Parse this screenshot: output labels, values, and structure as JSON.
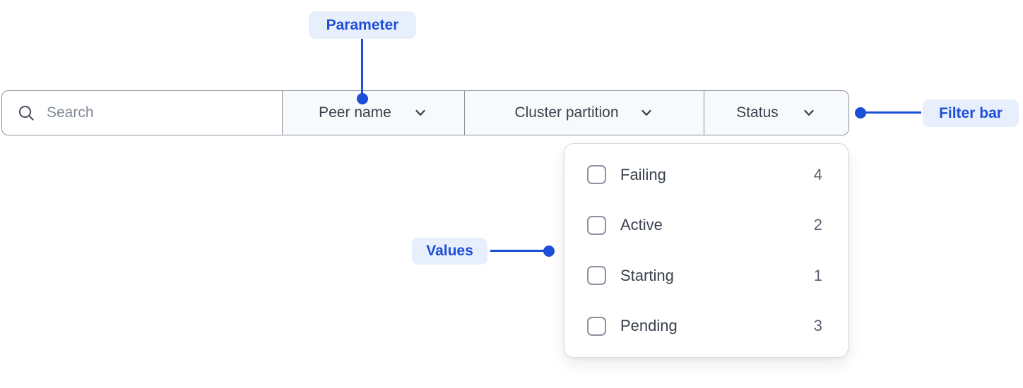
{
  "colors": {
    "accent": "#1d4ed8",
    "badge-bg": "#e8effc",
    "bar-border": "#8a9099",
    "panel-border": "#d5d8dd",
    "segment-bg": "#f8f9fb",
    "text-dark": "#3a414d",
    "text-muted": "#5a6270",
    "placeholder": "#828a95",
    "checkbox-border": "#8b929d"
  },
  "annotations": {
    "parameter_label": "Parameter",
    "filter_bar_label": "Filter bar",
    "values_label": "Values"
  },
  "filter_bar": {
    "search": {
      "placeholder": "Search",
      "value": ""
    },
    "dropdowns": [
      {
        "label": "Peer name"
      },
      {
        "label": "Cluster partition"
      },
      {
        "label": "Status"
      }
    ]
  },
  "dropdown_panel": {
    "open_for": "Status",
    "items": [
      {
        "label": "Failing",
        "count": "4",
        "checked": false
      },
      {
        "label": "Active",
        "count": "2",
        "checked": false
      },
      {
        "label": "Starting",
        "count": "1",
        "checked": false
      },
      {
        "label": "Pending",
        "count": "3",
        "checked": false
      }
    ]
  }
}
